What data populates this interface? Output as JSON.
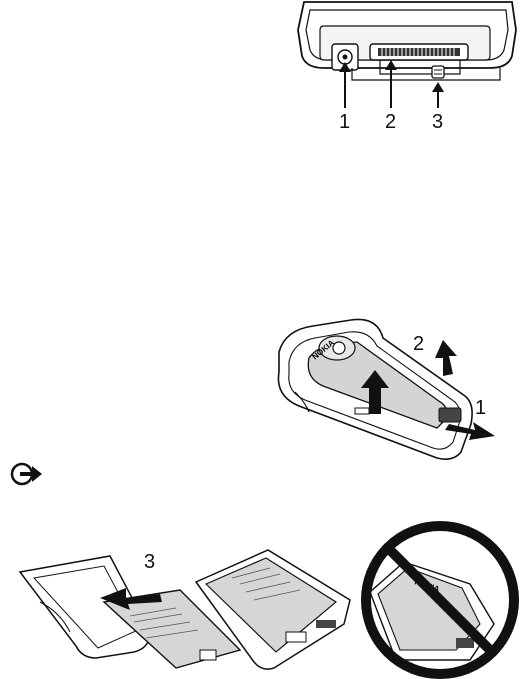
{
  "connector_figure": {
    "callouts": [
      "1",
      "2",
      "3"
    ]
  },
  "removal_figure": {
    "callouts": [
      "2",
      "1"
    ],
    "brand": "NOKIA"
  },
  "note": {
    "icon": "important-note-icon"
  },
  "battery_figure": {
    "callouts": [
      "3"
    ],
    "brand": "NOKIA"
  }
}
